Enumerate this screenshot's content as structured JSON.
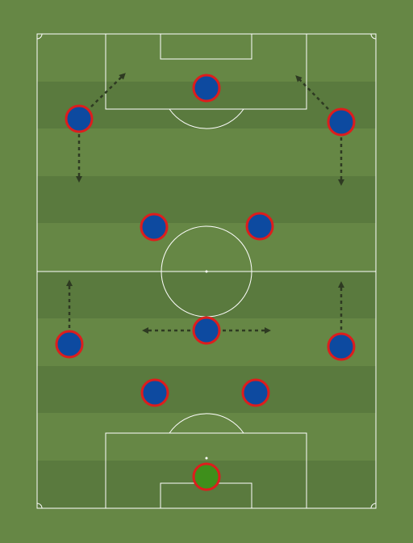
{
  "pitch": {
    "grass_color": "#668745",
    "stripe_color": "#5a7a3e",
    "line_color": "#ffffff"
  },
  "team": {
    "kit_color": "#0d4aa0",
    "kit_border_color": "#dd1d1d",
    "goalkeeper_color": "#3e8f1b"
  },
  "arrows": {
    "color": "#2e3a22",
    "style": "dashed"
  },
  "players": [
    {
      "id": "top-keeper-zone-player",
      "role": "outfield"
    },
    {
      "id": "top-left-wide-player",
      "role": "outfield"
    },
    {
      "id": "top-right-wide-player",
      "role": "outfield"
    },
    {
      "id": "upper-left-central-player",
      "role": "outfield"
    },
    {
      "id": "upper-right-central-player",
      "role": "outfield"
    },
    {
      "id": "center-player",
      "role": "outfield"
    },
    {
      "id": "lower-left-wide-player",
      "role": "outfield"
    },
    {
      "id": "lower-right-wide-player",
      "role": "outfield"
    },
    {
      "id": "lower-left-central-player",
      "role": "outfield"
    },
    {
      "id": "lower-right-central-player",
      "role": "outfield"
    },
    {
      "id": "goalkeeper",
      "role": "goalkeeper"
    }
  ]
}
